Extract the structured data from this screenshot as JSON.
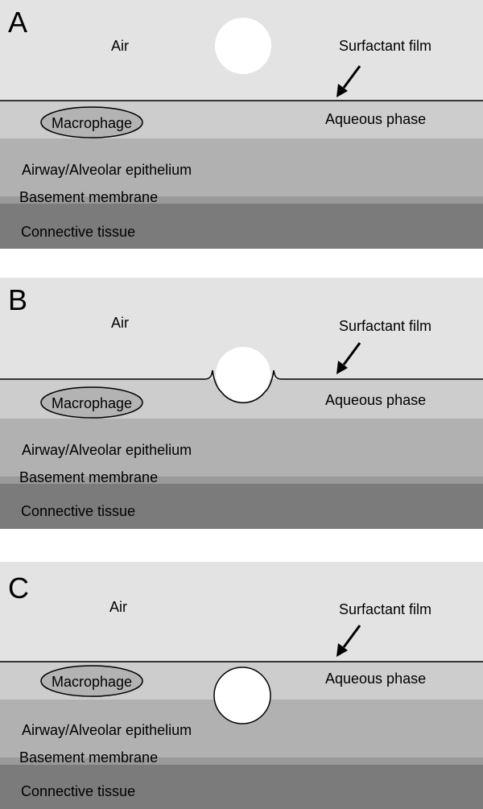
{
  "colors": {
    "air": "#e3e3e3",
    "aqueous": "#cdcdcd",
    "epithelium": "#b1b1b1",
    "basement": "#9a9a9a",
    "connective": "#7b7b7b",
    "macrophage_fill": "#b3b3b3",
    "particle": "#ffffff",
    "line": "#000000"
  },
  "panels": [
    {
      "letter": "A",
      "labels": {
        "air": "Air",
        "surfactant_film": "Surfactant film",
        "aqueous_phase": "Aqueous phase",
        "macrophage": "Macrophage",
        "epithelium": "Airway/Alveolar epithelium",
        "basement_membrane": "Basement membrane",
        "connective_tissue": "Connective tissue"
      }
    },
    {
      "letter": "B",
      "labels": {
        "air": "Air",
        "surfactant_film": "Surfactant film",
        "aqueous_phase": "Aqueous phase",
        "macrophage": "Macrophage",
        "epithelium": "Airway/Alveolar epithelium",
        "basement_membrane": "Basement membrane",
        "connective_tissue": "Connective tissue"
      }
    },
    {
      "letter": "C",
      "labels": {
        "air": "Air",
        "surfactant_film": "Surfactant film",
        "aqueous_phase": "Aqueous phase",
        "macrophage": "Macrophage",
        "epithelium": "Airway/Alveolar epithelium",
        "basement_membrane": "Basement membrane",
        "connective_tissue": "Connective tissue"
      }
    }
  ]
}
